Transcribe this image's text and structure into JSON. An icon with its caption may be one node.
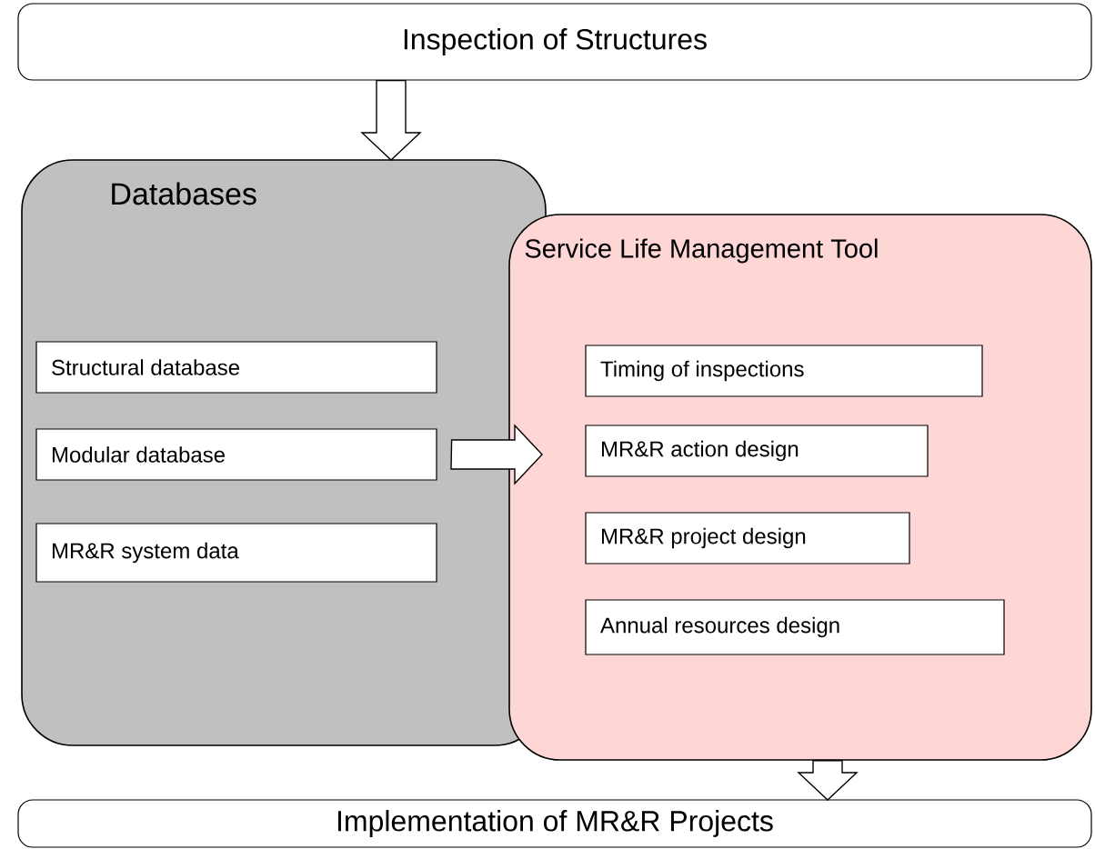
{
  "diagram": {
    "nodes": [
      {
        "text": [
          "Inspection of Structures"
        ]
      },
      {
        "text": [
          "Databases"
        ]
      },
      {
        "text": [
          "Structural database"
        ],
        "in": 1
      },
      {
        "text": [
          "Modular database"
        ],
        "in": 1
      },
      {
        "text": [
          "MR&R system data"
        ],
        "in": 1
      },
      {
        "text": [
          "Service Life Management  Tool"
        ]
      },
      {
        "text": [
          "Timing of inspections"
        ],
        "in": 5
      },
      {
        "text": [
          "MR&R action design"
        ],
        "in": 5
      },
      {
        "text": [
          "MR&R project design"
        ],
        "in": 5
      },
      {
        "text": [
          "Annual resources design"
        ],
        "in": 5
      },
      {
        "text": [
          "Implementation  of MR&R Projects"
        ]
      }
    ],
    "edges": [
      {
        "from": 0,
        "to": 1,
        "arrow": "to"
      },
      {
        "from": 3,
        "to": 5,
        "arrow": "to"
      },
      {
        "from": 5,
        "to": 10,
        "arrow": "to"
      }
    ]
  }
}
